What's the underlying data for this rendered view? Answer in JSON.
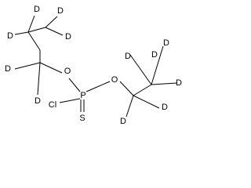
{
  "molecule": {
    "atoms": {
      "d_top_left": "D",
      "d_top_right": "D",
      "d_upper_left": "D",
      "d_upper_middle": "D",
      "o_left": "O",
      "d_mid_left": "D",
      "d_lower_left": "D",
      "o_right": "O",
      "phosphorus": "P",
      "chlorine": "Cl",
      "sulfur": "S",
      "d_right_top": "D",
      "d_right_upper": "D",
      "d_right_upper2": "D",
      "d_right_mid": "D",
      "d_right_lower": "D",
      "d_right_bottom": "D"
    }
  }
}
